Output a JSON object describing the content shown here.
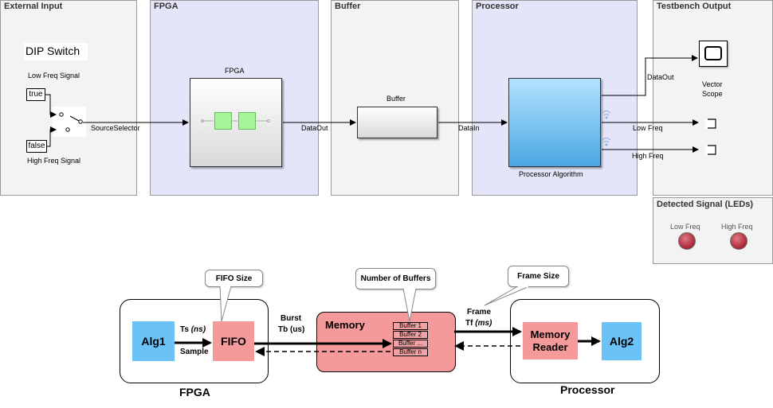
{
  "simulink": {
    "areas": {
      "external_input": "External Input",
      "fpga": "FPGA",
      "buffer": "Buffer",
      "processor": "Processor",
      "testbench_output": "Testbench Output",
      "detected_signal": "Detected Signal (LEDs)"
    },
    "dip_switch": "DIP Switch",
    "low_freq_signal": "Low Freq Signal",
    "high_freq_signal": "High Freq Signal",
    "const_true": "true",
    "const_false": "false",
    "source_selector": "SourceSelector",
    "fpga_block": "FPGA",
    "fpga_dataout": "DataOut",
    "buffer_block": "Buffer",
    "buffer_datain": "DataIn",
    "processor_block": "Processor Algorithm",
    "proc_dataout": "DataOut",
    "low_freq_out": "Low Freq",
    "high_freq_out": "High Freq",
    "vector_scope_line1": "Vector",
    "vector_scope_line2": "Scope",
    "led_low": "Low Freq",
    "led_high": "High Freq",
    "colors": {
      "area_blue": "#e5e5fa",
      "area_grey": "#f3f3f3",
      "led_red": "#b2303f",
      "proc_blue": "#4aa8e2"
    }
  },
  "architecture": {
    "fpga_label": "FPGA",
    "processor_label": "Processor",
    "alg1": "Alg1",
    "fifo": "FIFO",
    "ts": "Ts",
    "ts_unit": "(ns)",
    "sample": "Sample",
    "fifo_size": "FIFO Size",
    "burst": "Burst",
    "tb": "Tb (us)",
    "memory": "Memory",
    "number_of_buffers": "Number of Buffers",
    "buffers": [
      "Buffer 1",
      "Buffer 2",
      "Buffer ...",
      "Buffer n"
    ],
    "frame_size": "Frame Size",
    "frame": "Frame",
    "tf": "Tf",
    "tf_unit": "(ms)",
    "memory_reader_line1": "Memory",
    "memory_reader_line2": "Reader",
    "alg2": "Alg2",
    "colors": {
      "alg": "#6bc2f7",
      "pink": "#f59a9a"
    }
  }
}
